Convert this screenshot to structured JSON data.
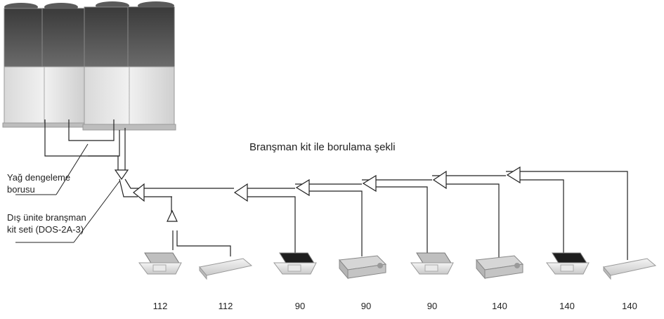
{
  "diagram": {
    "title": "Branşman kit ile borulama şekli",
    "labels": {
      "oil_pipe_line1": "Yağ dengeleme",
      "oil_pipe_line2": "borusu",
      "branch_kit_line1": "Dış ünite branşman",
      "branch_kit_line2": "kit seti (DOS-2A-3)"
    },
    "indoor_units": [
      {
        "capacity": "112",
        "type": "cassette"
      },
      {
        "capacity": "112",
        "type": "ceiling"
      },
      {
        "capacity": "90",
        "type": "cassette-dark"
      },
      {
        "capacity": "90",
        "type": "duct"
      },
      {
        "capacity": "90",
        "type": "cassette"
      },
      {
        "capacity": "140",
        "type": "duct"
      },
      {
        "capacity": "140",
        "type": "cassette-dark"
      },
      {
        "capacity": "140",
        "type": "ceiling"
      }
    ]
  }
}
